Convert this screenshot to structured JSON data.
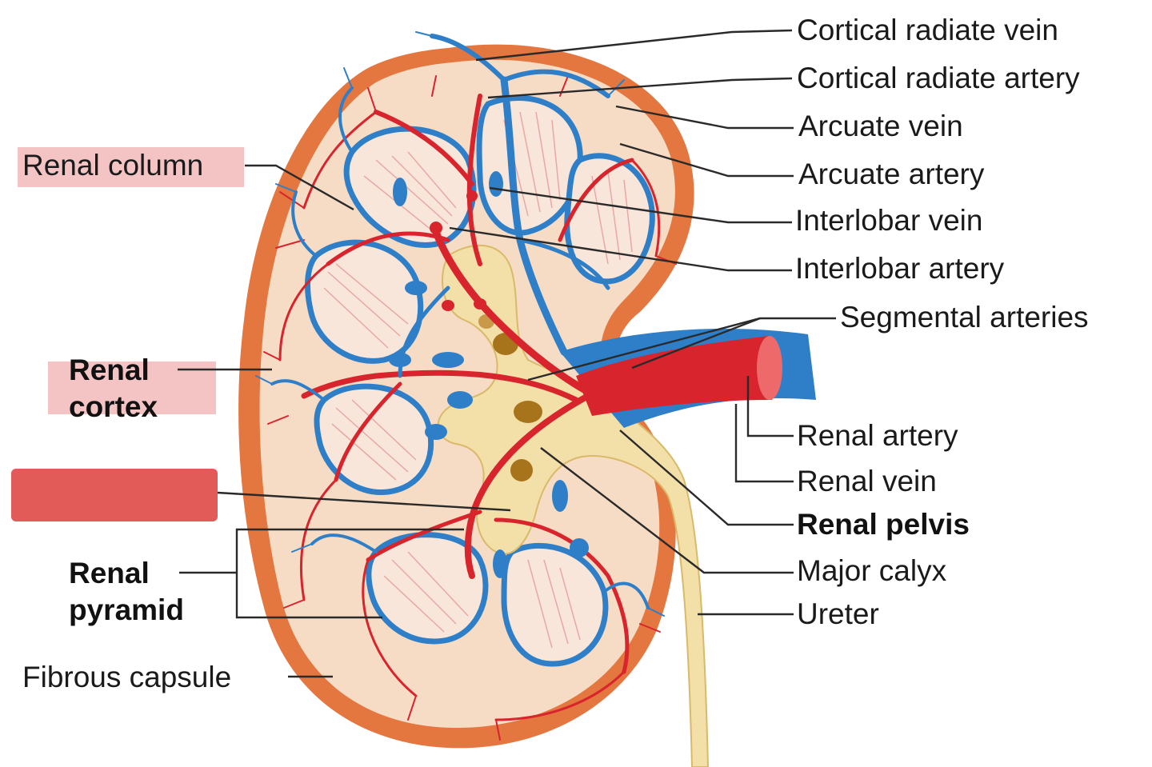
{
  "labels": {
    "cortical_radiate_vein": "Cortical radiate vein",
    "cortical_radiate_artery": "Cortical radiate artery",
    "arcuate_vein": "Arcuate vein",
    "arcuate_artery": "Arcuate artery",
    "interlobar_vein": "Interlobar vein",
    "interlobar_artery": "Interlobar artery",
    "segmental_arteries": "Segmental arteries",
    "renal_artery": "Renal artery",
    "renal_vein": "Renal vein",
    "renal_pelvis": "Renal pelvis",
    "major_calyx": "Major calyx",
    "ureter": "Ureter",
    "renal_column": "Renal column",
    "renal_cortex_line1": "Renal",
    "renal_cortex_line2": "cortex",
    "renal_pyramid_line1": "Renal",
    "renal_pyramid_line2": "pyramid",
    "fibrous_capsule": "Fibrous capsule"
  },
  "colors": {
    "artery": "#d8242c",
    "vein": "#2f7fc8",
    "cortex": "#f6dcc4",
    "capsule": "#e2713e",
    "pelvis": "#f3dfa8",
    "pyramid": "#f8e6da",
    "highlight": "#f4c4c4",
    "masked_bar": "#e25b59"
  }
}
